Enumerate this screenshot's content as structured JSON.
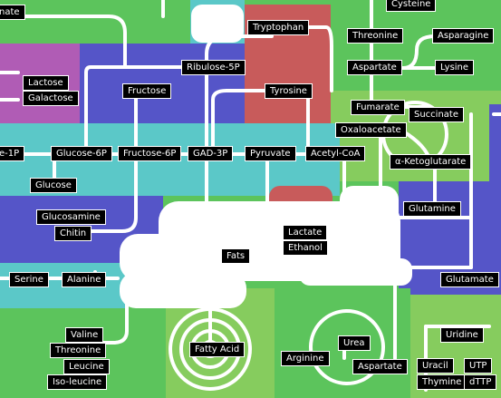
{
  "colors": {
    "green": "#5cc45c",
    "light_green": "#86cc5e",
    "blue": "#5555c8",
    "cyan": "#5bc8c8",
    "red": "#c85b5b",
    "magenta": "#b05cb5",
    "white": "#ffffff",
    "label_bg": "#000000"
  },
  "nodes": {
    "nate": "nate",
    "cysteine": "Cysteine",
    "tryptophan": "Tryptophan",
    "threonine_top": "Threonine",
    "asparagine": "Asparagine",
    "aspartate_top": "Aspartate",
    "lysine": "Lysine",
    "ribulose_5p": "Ribulose-5P",
    "lactose": "Lactose",
    "galactose": "Galactose",
    "fructose": "Fructose",
    "tyrosine": "Tyrosine",
    "fumarate": "Fumarate",
    "succinate": "Succinate",
    "oxaloacetate": "Oxaloacetate",
    "e_1p": "e-1P",
    "glucose_6p": "Glucose-6P",
    "fructose_6p": "Fructose-6P",
    "gad_3p": "GAD-3P",
    "pyruvate": "Pyruvate",
    "acetyl_coa": "Acetyl-CoA",
    "alpha_ketoglutarate": "α-Ketoglutarate",
    "glucose": "Glucose",
    "glucosamine": "Glucosamine",
    "glutamine": "Glutamine",
    "chitin": "Chitin",
    "lactate": "Lactate",
    "ethanol": "Ethanol",
    "fats": "Fats",
    "serine": "Serine",
    "alanine": "Alanine",
    "glutamate": "Glutamate",
    "valine": "Valine",
    "threonine_bottom": "Threonine",
    "leucine": "Leucine",
    "isoleucine": "Iso-leucine",
    "urea": "Urea",
    "uridine": "Uridine",
    "fatty_acid": "Fatty Acid",
    "arginine": "Arginine",
    "aspartate_bottom": "Aspartate",
    "uracil": "Uracil",
    "utp": "UTP",
    "thymine": "Thymine",
    "dttp": "dTTP"
  }
}
